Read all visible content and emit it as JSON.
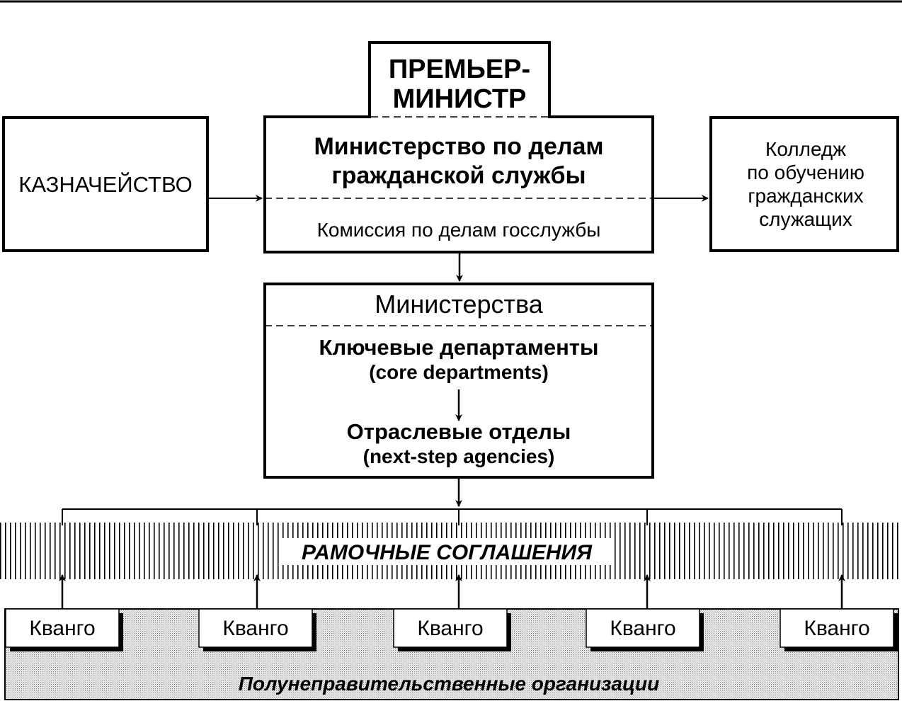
{
  "prime_minister": {
    "line1": "ПРЕМЬЕР-",
    "line2": "МИНИСТР"
  },
  "treasury": {
    "label": "КАЗНАЧЕЙСТВО"
  },
  "civil_service_ministry": {
    "line1": "Министерство по делам",
    "line2": "гражданской службы",
    "commission": "Комиссия по делам госслужбы"
  },
  "college": {
    "line1": "Колледж",
    "line2": "по обучению",
    "line3": "гражданских",
    "line4": "служащих"
  },
  "ministries": {
    "title": "Министерства",
    "core_line1": "Ключевые департаменты",
    "core_line2": "(core departments)",
    "agencies_line1": "Отраслевые отделы",
    "agencies_line2": "(next-step agencies)"
  },
  "framework": {
    "label": "РАМОЧНЫЕ СОГЛАШЕНИЯ"
  },
  "quangos": [
    {
      "label": "Кванго"
    },
    {
      "label": "Кванго"
    },
    {
      "label": "Кванго"
    },
    {
      "label": "Кванго"
    },
    {
      "label": "Кванго"
    }
  ],
  "semi_government": {
    "label": "Полуне­правительственные организации"
  }
}
